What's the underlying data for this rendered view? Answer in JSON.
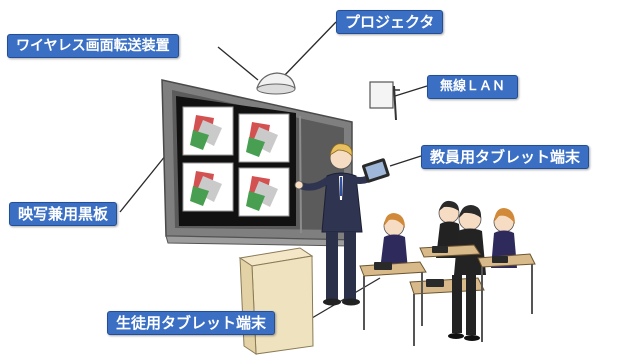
{
  "labels": {
    "wireless_device": "ワイヤレス画面転送装置",
    "projector": "プロジェクタ",
    "wireless_lan": "無線ＬＡＮ",
    "teacher_tablet": "教員用タブレット端末",
    "projection_board": "映写兼用黒板",
    "student_tablet": "生徒用タブレット端末"
  },
  "colors": {
    "label_fill": "#3a6fc4",
    "label_border": "#234e96",
    "leader_line": "#2a2a2a",
    "board_frame": "#8a8a8a",
    "board_surface": "#5a5a5a",
    "screen_area": "#111111"
  },
  "icons": [
    "projector-icon",
    "wireless-lan-access-point-icon",
    "tablet-icon"
  ]
}
